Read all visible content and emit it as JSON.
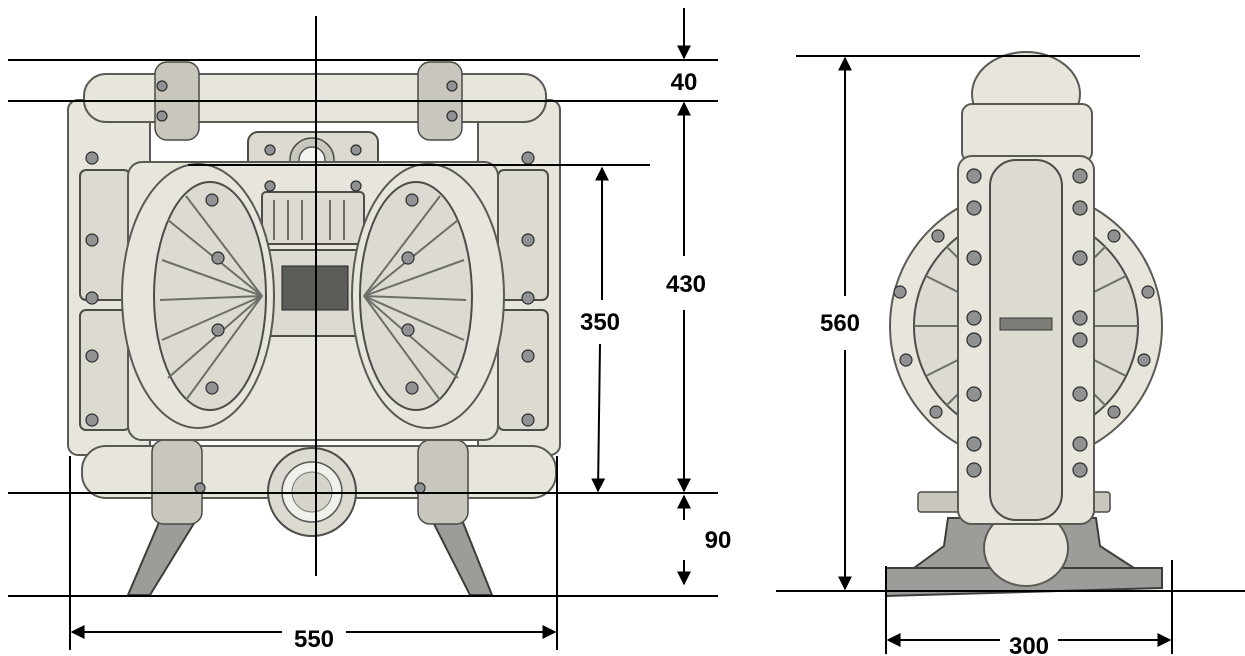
{
  "dimensions": {
    "top_offset": "40",
    "frame_height": "430",
    "diaphragm_height": "350",
    "base_height": "90",
    "total_width": "550",
    "total_height": "560",
    "side_width": "300"
  },
  "colors": {
    "background": "#ffffff",
    "pump_body": "#e7e5dc",
    "bolt": "#8f9192",
    "leg": "#9c9c98",
    "line": "#000000"
  }
}
